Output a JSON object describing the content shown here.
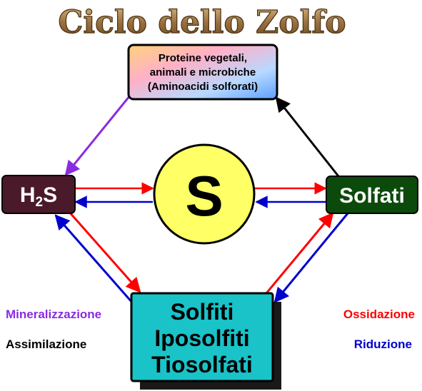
{
  "title": "Ciclo dello Zolfo",
  "nodes": {
    "proteins": {
      "lines": [
        "Proteine vegetali,",
        "animali e microbiche",
        "(Aminoacidi solforati)"
      ]
    },
    "h2s": {
      "label_main": "H",
      "label_sub": "2",
      "label_end": "S"
    },
    "sulfur": {
      "label": "S"
    },
    "sulfates": {
      "label": "Solfati"
    },
    "sulfites": {
      "lines": [
        "Solfiti",
        "Iposolfiti",
        "Tiosolfati"
      ]
    }
  },
  "legend": {
    "mineralization": {
      "label": "Mineralizzazione",
      "color": "#8a2be2"
    },
    "assimilation": {
      "label": "Assimilazione",
      "color": "#000000"
    },
    "oxidation": {
      "label": "Ossidazione",
      "color": "#ff0000"
    },
    "reduction": {
      "label": "Riduzione",
      "color": "#0000cc"
    }
  },
  "colors": {
    "h2s_fill": "#4a1a2a",
    "sulfates_fill": "#0b4a0b",
    "sulfur_fill": "#ffff66",
    "sulfites_fill": "#19c3c8",
    "title_fill": "#b08a50"
  }
}
